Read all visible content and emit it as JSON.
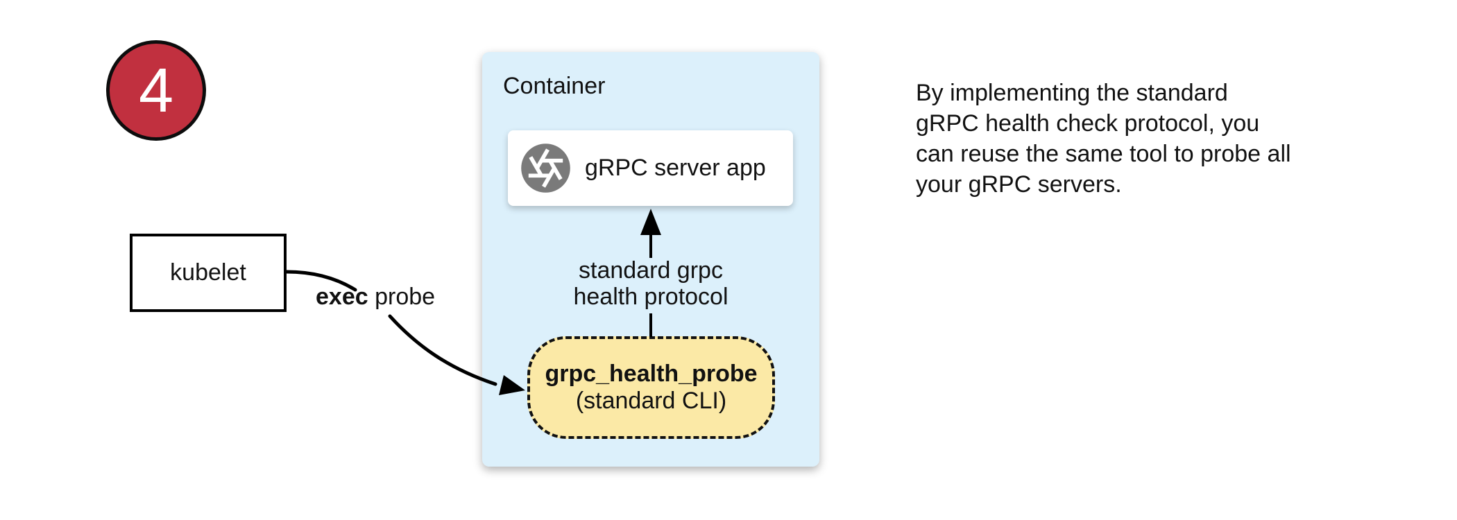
{
  "colors": {
    "badge_red": "#c1303f",
    "container_blue": "#dcf0fb",
    "probe_yellow": "#fbe9a6",
    "icon_gray": "#7a7a7a",
    "text_black": "#111111"
  },
  "step_badge": {
    "number": "4"
  },
  "kubelet": {
    "label": "kubelet"
  },
  "container": {
    "label": "Container",
    "server_app": {
      "label": "gRPC server app",
      "icon": "aperture-icon"
    },
    "probe": {
      "title": "grpc_health_probe",
      "subtitle": "(standard CLI)"
    }
  },
  "arrows": {
    "exec_probe": {
      "bold": "exec",
      "rest": "probe"
    },
    "health_protocol": {
      "lines": [
        "standard grpc",
        "health protocol"
      ]
    }
  },
  "note": {
    "lines": [
      "By implementing the standard",
      "gRPC health check protocol, you",
      "can reuse the same tool to probe all",
      "your gRPC servers."
    ]
  }
}
